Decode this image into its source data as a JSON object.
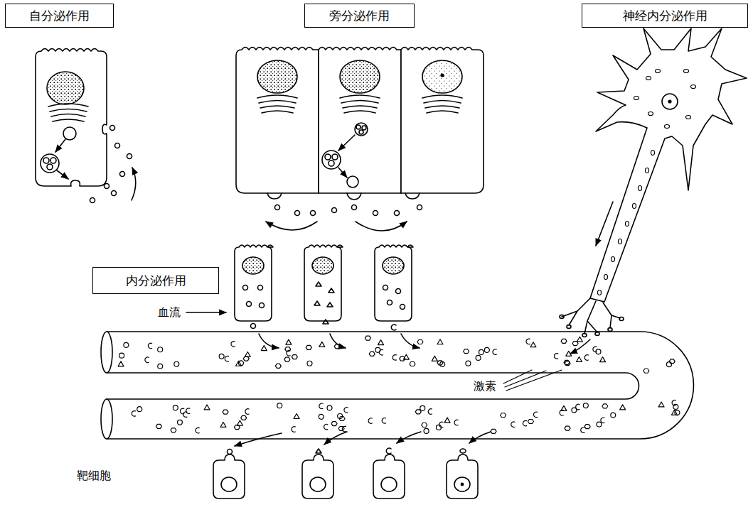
{
  "diagram": {
    "nodes": [
      {
        "text": [
          "自分泌作用"
        ]
      },
      {
        "text": [
          "旁分泌作用"
        ]
      },
      {
        "text": [
          "神经内分泌作用"
        ]
      },
      {
        "text": [
          "内分泌作用"
        ]
      }
    ],
    "labels": [
      "血流",
      "激素",
      "靶细胞"
    ]
  }
}
